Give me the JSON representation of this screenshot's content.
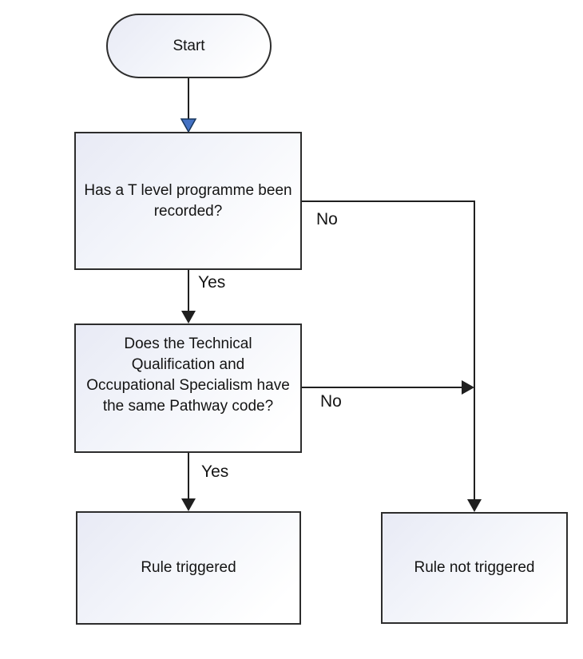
{
  "diagram": {
    "type": "flowchart",
    "background": "#ffffff",
    "nodes": {
      "start": {
        "label": "Start",
        "shape": "terminator"
      },
      "q1": {
        "label": "Has a T level programme been\nrecorded?",
        "shape": "process"
      },
      "q2": {
        "label": "Does the Technical\nQualification and\nOccupational Specialism have\nthe same Pathway code?",
        "shape": "process"
      },
      "rule_triggered": {
        "label": "Rule triggered",
        "shape": "process"
      },
      "rule_not_triggered": {
        "label": "Rule not triggered",
        "shape": "process"
      }
    },
    "edges": [
      {
        "from": "start",
        "to": "q1",
        "label": ""
      },
      {
        "from": "q1",
        "to": "q2",
        "label": "Yes"
      },
      {
        "from": "q1",
        "to": "rule_not_triggered",
        "label": "No"
      },
      {
        "from": "q2",
        "to": "rule_triggered",
        "label": "Yes"
      },
      {
        "from": "q2",
        "to": "rule_not_triggered",
        "label": "No"
      }
    ],
    "colors": {
      "connector": "#1f1f1f",
      "node_border": "#2d2d2d",
      "node_fill_top_left": "#e8eaf5",
      "node_fill_bottom_right": "#ffffff",
      "start_arrowhead": "#4472c4",
      "start_arrowhead_outline": "#17365d",
      "text": "#141414"
    }
  }
}
